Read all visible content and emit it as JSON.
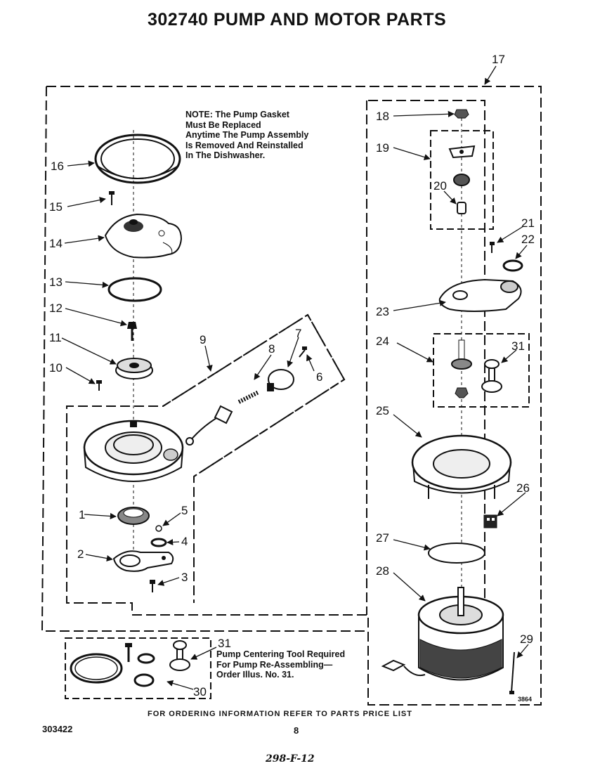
{
  "title": "302740 PUMP AND MOTOR PARTS",
  "note": {
    "lines": [
      "NOTE: The Pump Gasket",
      "Must Be Replaced",
      "Anytime The Pump Assembly",
      "Is Removed And Reinstalled",
      "In The Dishwasher."
    ]
  },
  "tool_note": {
    "lines": [
      "Pump Centering Tool Required",
      "For Pump Re-Assembling—",
      "Order Illus. No. 31."
    ]
  },
  "footer": "FOR ORDERING INFORMATION REFER TO PARTS PRICE LIST",
  "doc_number": "303422",
  "page_number": "8",
  "handwritten_note": "298-F-12",
  "figure_code": "3864",
  "callouts": {
    "c1": "1",
    "c2": "2",
    "c3": "3",
    "c4": "4",
    "c5": "5",
    "c6": "6",
    "c7": "7",
    "c8": "8",
    "c9": "9",
    "c10": "10",
    "c11": "11",
    "c12": "12",
    "c13": "13",
    "c14": "14",
    "c15": "15",
    "c16": "16",
    "c17": "17",
    "c18": "18",
    "c19": "19",
    "c20": "20",
    "c21": "21",
    "c22": "22",
    "c23": "23",
    "c24": "24",
    "c25": "25",
    "c26": "26",
    "c27": "27",
    "c28": "28",
    "c29": "29",
    "c30": "30",
    "c31a": "31",
    "c31b": "31"
  }
}
